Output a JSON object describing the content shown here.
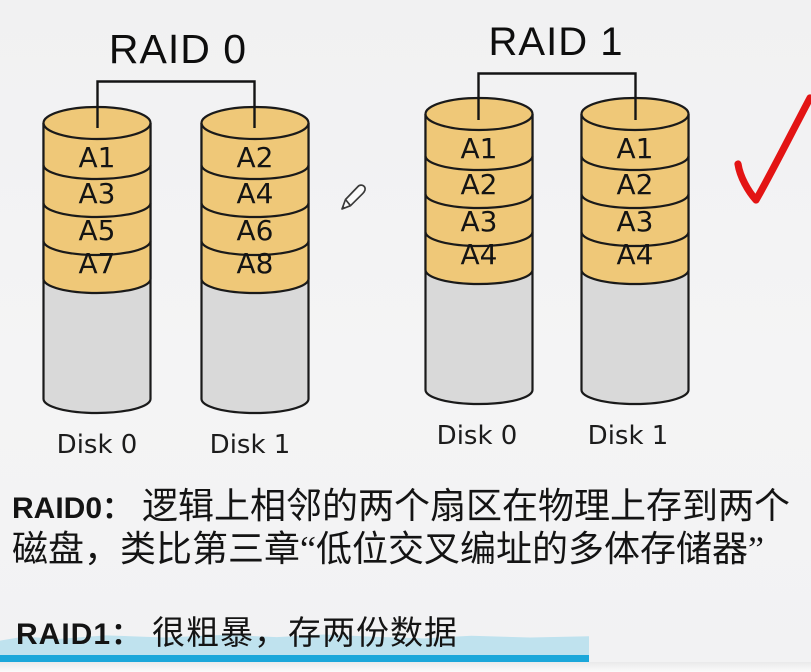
{
  "raid0": {
    "title": "RAID 0",
    "disks": [
      {
        "label": "Disk 0",
        "blocks": [
          "A1",
          "A3",
          "A5",
          "A7"
        ]
      },
      {
        "label": "Disk 1",
        "blocks": [
          "A2",
          "A4",
          "A6",
          "A8"
        ]
      }
    ]
  },
  "raid1": {
    "title": "RAID 1",
    "disks": [
      {
        "label": "Disk 0",
        "blocks": [
          "A1",
          "A2",
          "A3",
          "A4"
        ]
      },
      {
        "label": "Disk 1",
        "blocks": [
          "A1",
          "A2",
          "A3",
          "A4"
        ]
      }
    ]
  },
  "notes": {
    "raid0_prefix": "RAID0：",
    "raid0_line1": "逻辑上相邻的两个扇区在物理上存到两个",
    "raid0_line2": "磁盘，类比第三章“低位交叉编址的多体存储器”",
    "raid1_prefix": "RAID1：",
    "raid1_text": "很粗暴，存两份数据"
  },
  "colors": {
    "disk_data_fill": "#efc878",
    "disk_body_fill": "#d9d9d9",
    "disk_stroke": "#1a1a1a",
    "checkmark": "#e31414",
    "highlight": "#bfe2ee",
    "underline": "#1aa7da"
  }
}
